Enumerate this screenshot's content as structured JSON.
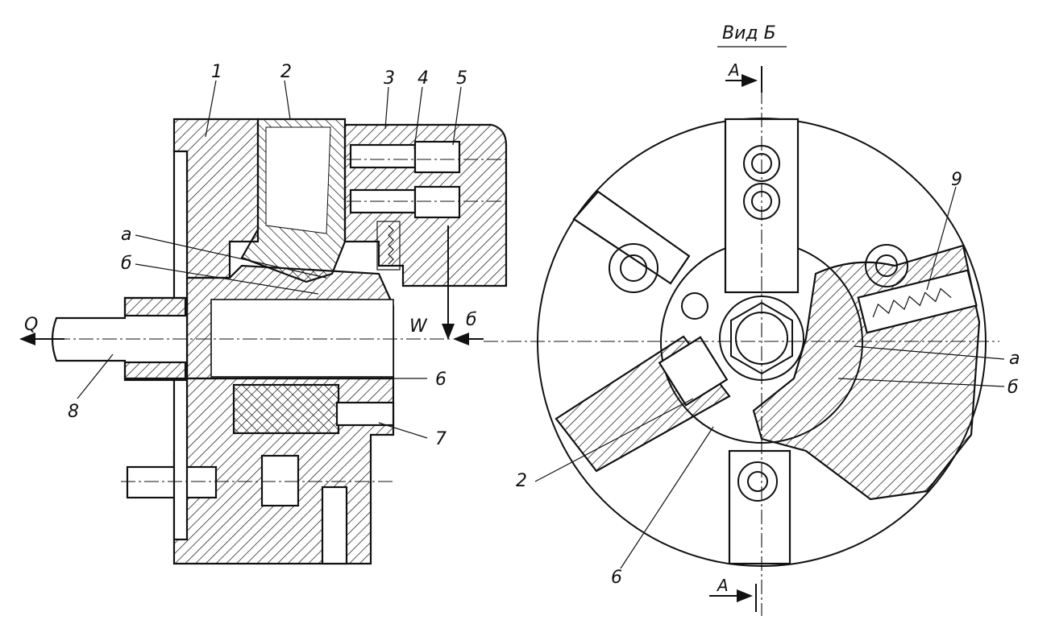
{
  "view_title": "Вид Б",
  "section_mark": "А",
  "view_arrow_mark": "б",
  "force_labels": {
    "pull": "Q",
    "clamp": "W"
  },
  "left_callouts": [
    "1",
    "2",
    "3",
    "4",
    "5",
    "а",
    "б",
    "6",
    "7",
    "8"
  ],
  "right_callouts": [
    "9",
    "а",
    "б",
    "2",
    "6"
  ]
}
